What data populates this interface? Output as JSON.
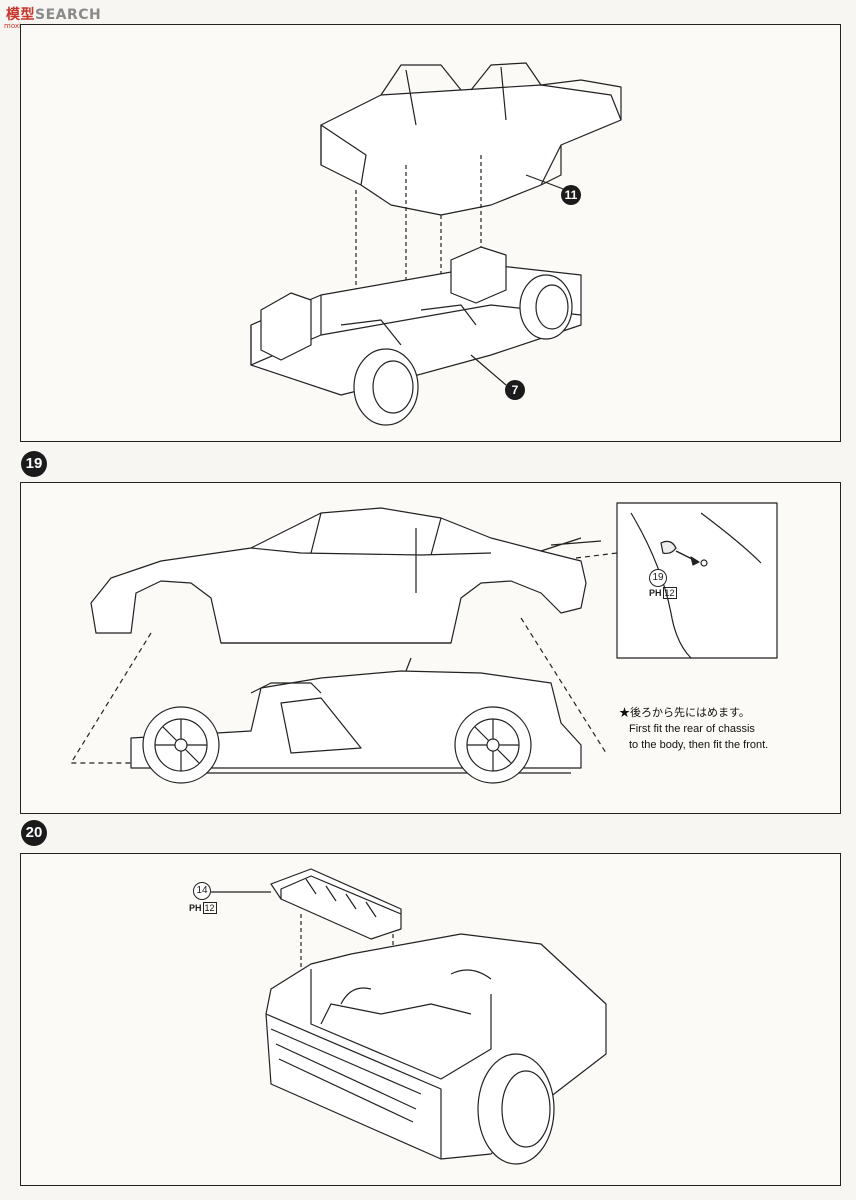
{
  "watermark": {
    "brand": "模型",
    "rest": "SEARCH",
    "sub": "moxingsou.com"
  },
  "steps": [
    {
      "number": "19"
    },
    {
      "number": "20"
    }
  ],
  "parts": {
    "body_shell": "11",
    "chassis": "7",
    "pin_step19": "19",
    "pin_step19_code": "PH",
    "pin_step19_code_num": "12",
    "rear_panel": "14",
    "rear_panel_code": "PH",
    "rear_panel_code_num": "12"
  },
  "note": {
    "jp": "★後ろから先にはめます。",
    "en_line1": "First fit the rear of chassis",
    "en_line2": "to the body, then fit the front."
  }
}
